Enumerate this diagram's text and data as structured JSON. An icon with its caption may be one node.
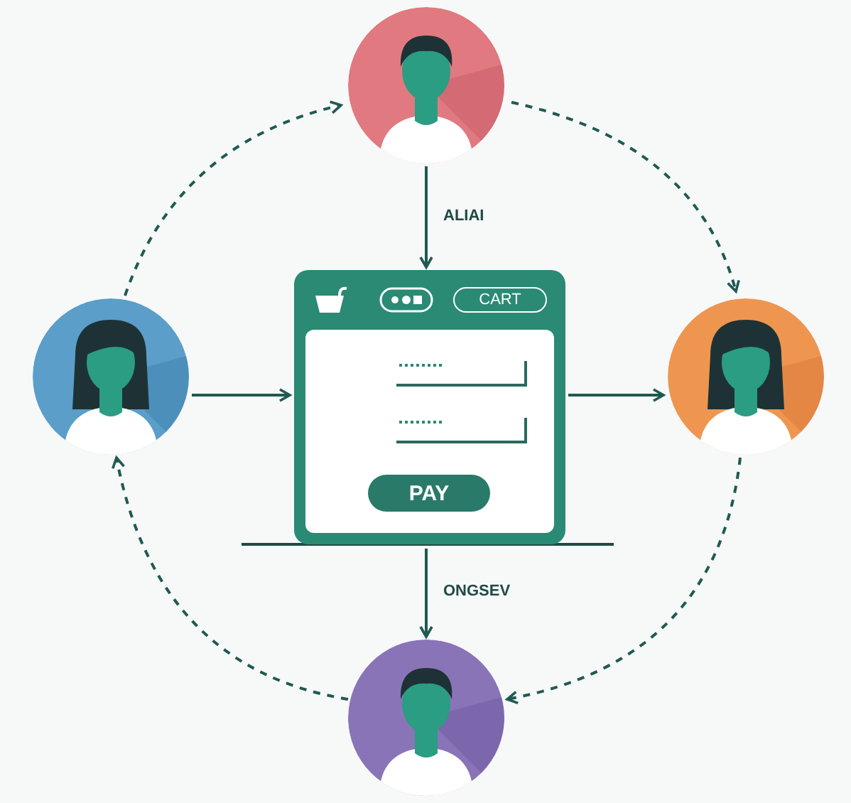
{
  "diagram": {
    "nodes": [
      {
        "text": [],
        "shape": "person"
      },
      {
        "text": [],
        "shape": "person"
      },
      {
        "text": [],
        "shape": "box"
      },
      {
        "text": [
          "CART"
        ],
        "in": 2
      },
      {
        "text": [
          "PAY"
        ],
        "in": 2
      },
      {
        "text": [],
        "shape": "person"
      },
      {
        "text": [],
        "shape": "person"
      }
    ],
    "edges": [
      {
        "from": 1,
        "to": 0,
        "arrow": "to",
        "style": "dashed"
      },
      {
        "from": 0,
        "to": 5,
        "arrow": "to",
        "style": "dashed"
      },
      {
        "from": 5,
        "to": 6,
        "arrow": "to",
        "style": "dashed"
      },
      {
        "from": 6,
        "to": 1,
        "arrow": "to",
        "style": "dashed"
      },
      {
        "from": 0,
        "to": 2,
        "arrow": "to",
        "label": "ALIAI"
      },
      {
        "from": 1,
        "to": 2,
        "arrow": "to"
      },
      {
        "from": 2,
        "to": 5,
        "arrow": "to"
      },
      {
        "from": 2,
        "to": 6,
        "arrow": "to",
        "label": "ONGSEV"
      }
    ]
  }
}
